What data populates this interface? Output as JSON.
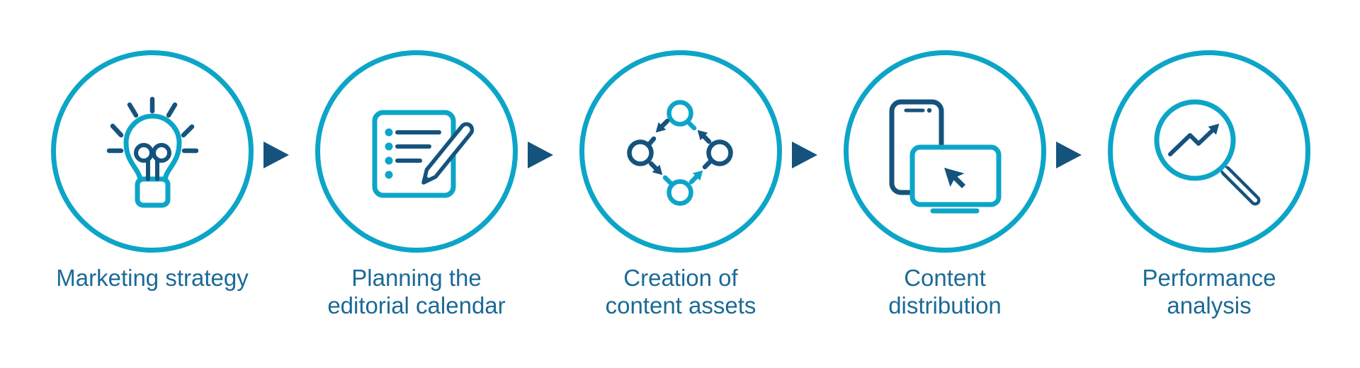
{
  "palette": {
    "cyan": "#0ca5c8",
    "dark_blue": "#15537d",
    "label_text": "#1b6a96",
    "background": "#ffffff"
  },
  "flow": {
    "direction": "left-to-right",
    "connector_icon": "right-triangle-arrow",
    "connector_count": 4
  },
  "steps": [
    {
      "id": "marketing-strategy",
      "icon": "lightbulb-icon",
      "label_lines": [
        "Marketing strategy"
      ]
    },
    {
      "id": "editorial-calendar",
      "icon": "notepad-pencil-icon",
      "label_lines": [
        "Planning the",
        "editorial calendar"
      ]
    },
    {
      "id": "content-assets",
      "icon": "content-cycle-icon",
      "label_lines": [
        "Creation of",
        "content assets"
      ]
    },
    {
      "id": "content-distribution",
      "icon": "devices-icon",
      "label_lines": [
        "Content",
        "distribution"
      ]
    },
    {
      "id": "performance-analysis",
      "icon": "magnifier-chart-icon",
      "label_lines": [
        "Performance",
        "analysis"
      ]
    }
  ]
}
